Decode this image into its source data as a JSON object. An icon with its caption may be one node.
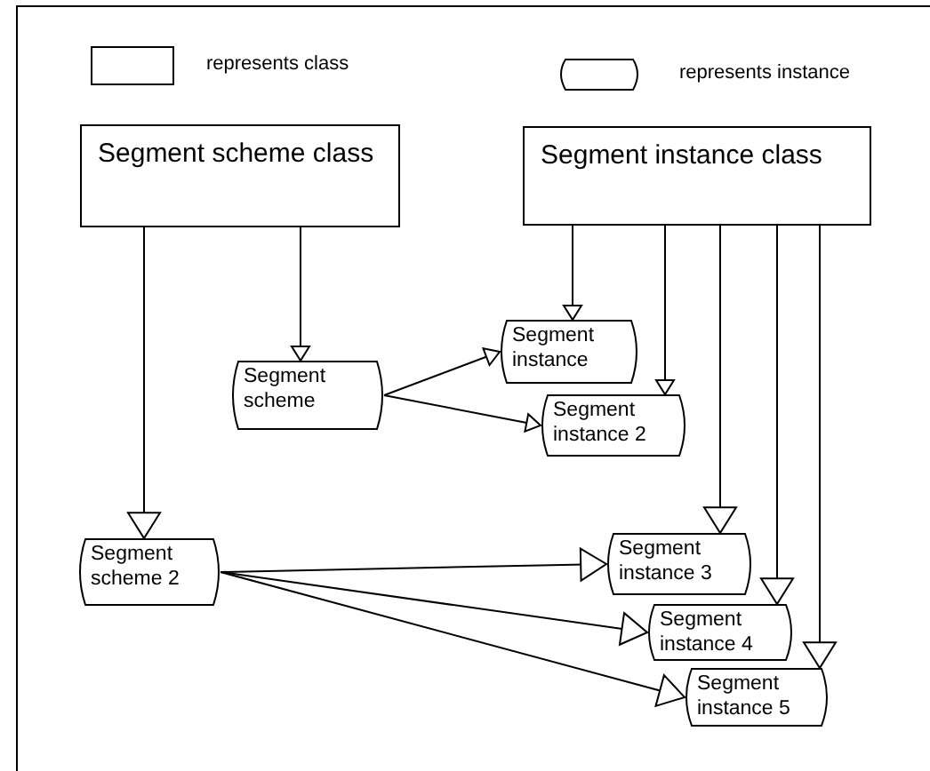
{
  "diagram": {
    "nodes": [
      {
        "text": [
          "Segment scheme class"
        ]
      },
      {
        "text": [
          "Segment instance class"
        ]
      },
      {
        "text": [
          "Segment scheme"
        ]
      },
      {
        "text": [
          "Segment instance"
        ]
      },
      {
        "text": [
          "Segment instance 2"
        ]
      },
      {
        "text": [
          "Segment scheme 2"
        ]
      },
      {
        "text": [
          "Segment instance 3"
        ]
      },
      {
        "text": [
          "Segment instance 4"
        ]
      },
      {
        "text": [
          "Segment instance 5"
        ]
      }
    ],
    "edges": [
      {
        "from": 0,
        "to": 2,
        "arrow": "to"
      },
      {
        "from": 0,
        "to": 5,
        "arrow": "to"
      },
      {
        "from": 1,
        "to": 3,
        "arrow": "to"
      },
      {
        "from": 1,
        "to": 4,
        "arrow": "to"
      },
      {
        "from": 1,
        "to": 6,
        "arrow": "to"
      },
      {
        "from": 1,
        "to": 7,
        "arrow": "to"
      },
      {
        "from": 1,
        "to": 8,
        "arrow": "to"
      },
      {
        "from": 2,
        "to": 3,
        "arrow": "to"
      },
      {
        "from": 2,
        "to": 4,
        "arrow": "to"
      },
      {
        "from": 5,
        "to": 6,
        "arrow": "to"
      },
      {
        "from": 5,
        "to": 7,
        "arrow": "to"
      },
      {
        "from": 5,
        "to": 8,
        "arrow": "to"
      }
    ],
    "legend": [
      {
        "text": "represents class"
      },
      {
        "text": "represents instance"
      }
    ]
  }
}
